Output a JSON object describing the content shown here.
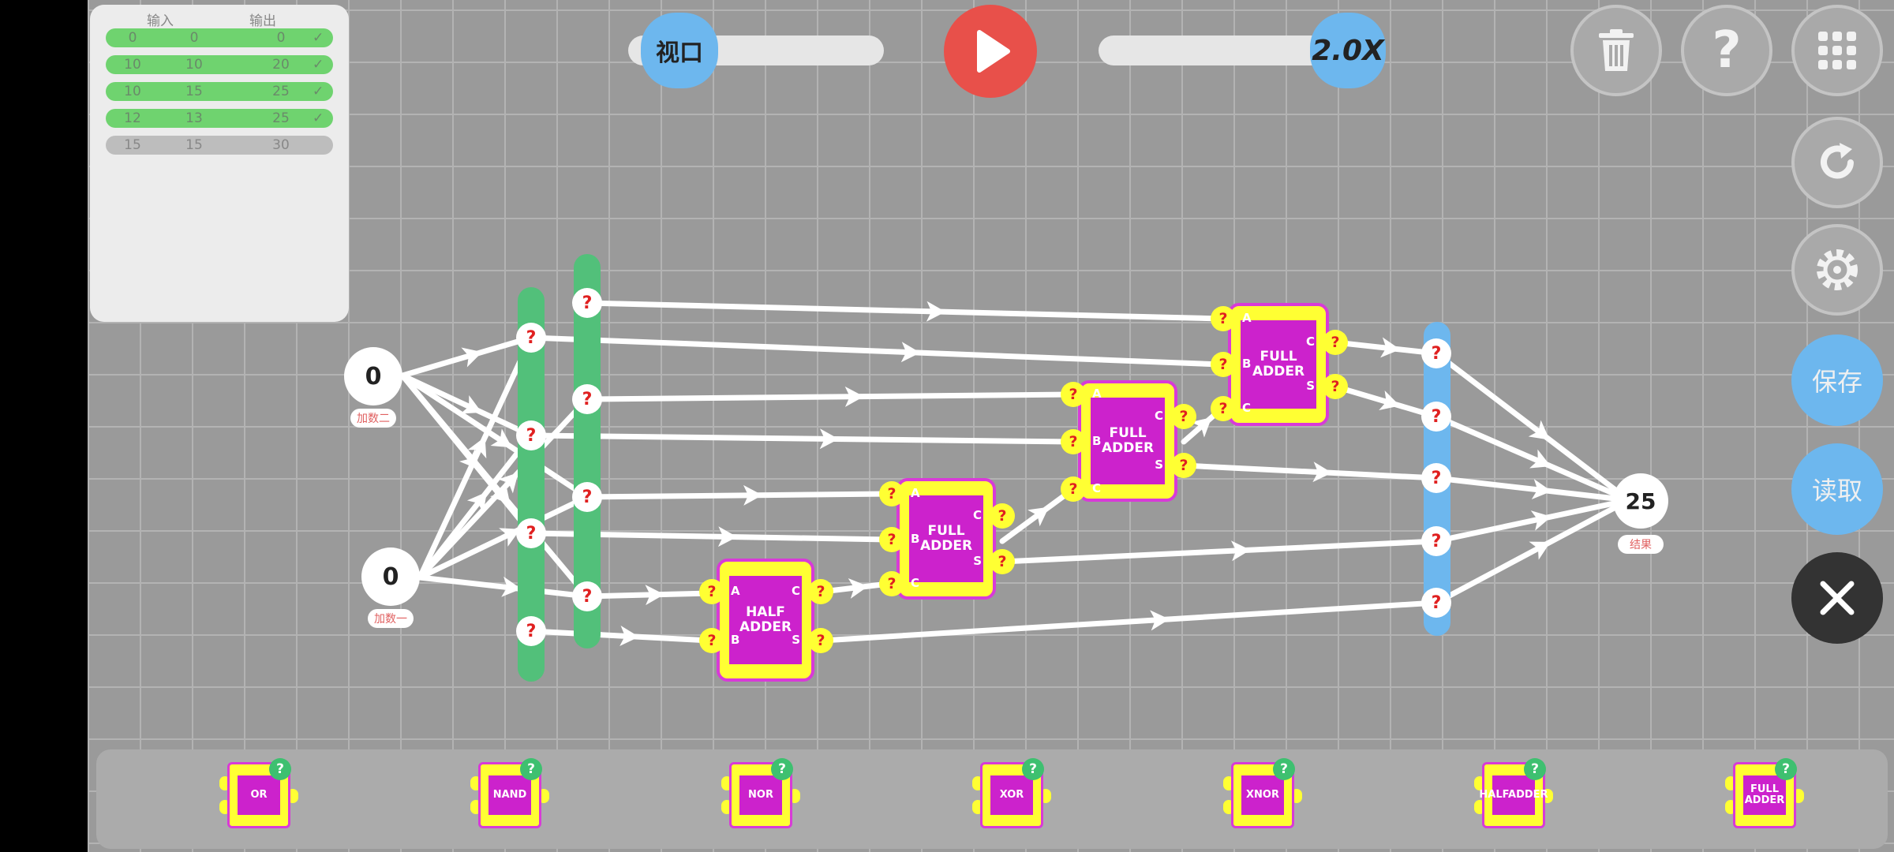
{
  "table": {
    "header_input": "输入",
    "header_output": "输出",
    "rows": [
      {
        "a": "0",
        "b": "0",
        "out": "0",
        "passed": true
      },
      {
        "a": "10",
        "b": "10",
        "out": "20",
        "passed": true
      },
      {
        "a": "10",
        "b": "15",
        "out": "25",
        "passed": true
      },
      {
        "a": "12",
        "b": "13",
        "out": "25",
        "passed": true
      },
      {
        "a": "15",
        "b": "15",
        "out": "30",
        "passed": false
      }
    ]
  },
  "toolbar": {
    "viewport_label": "视口",
    "speed_label": "2.0X",
    "play_icon": "play-icon",
    "trash_icon": "trash-icon",
    "help_label": "?",
    "grid_icon": "grid-menu-icon",
    "reset_icon": "refresh-icon",
    "settings_icon": "gear-icon",
    "save_label": "保存",
    "load_label": "读取",
    "close_icon": "close-icon"
  },
  "circuit": {
    "input_one_value": "0",
    "input_one_label": "加数一",
    "input_two_value": "0",
    "input_two_label": "加数二",
    "result_value": "25",
    "result_label": "结果",
    "unknown_mark": "?",
    "half_adder": {
      "title": "HALF ADDER",
      "pins_left": [
        "A",
        "B"
      ],
      "pins_right": [
        "C",
        "S"
      ]
    },
    "full_adder": {
      "title": "FULL ADDER",
      "pins_left": [
        "A",
        "B",
        "C"
      ],
      "pins_right": [
        "C",
        "S"
      ]
    }
  },
  "palette": [
    {
      "label": "OR",
      "help": "?"
    },
    {
      "label": "NAND",
      "help": "?"
    },
    {
      "label": "NOR",
      "help": "?"
    },
    {
      "label": "XOR",
      "help": "?"
    },
    {
      "label": "XNOR",
      "help": "?"
    },
    {
      "label": "HALFADDER",
      "help": "?"
    },
    {
      "label": "FULL ADDER",
      "help": "?"
    }
  ],
  "colors": {
    "canvas_bg": "#9a9a9a",
    "grid_line": "#b3b3b3",
    "gate_fill": "#ffff33",
    "gate_core": "#cc22cc",
    "bus_green": "#52c07a",
    "bus_blue": "#6db7ee",
    "row_pass": "#6fd36f",
    "row_pending": "#bdbdbd",
    "play_red": "#e8504a",
    "unknown_red": "#e02020"
  }
}
